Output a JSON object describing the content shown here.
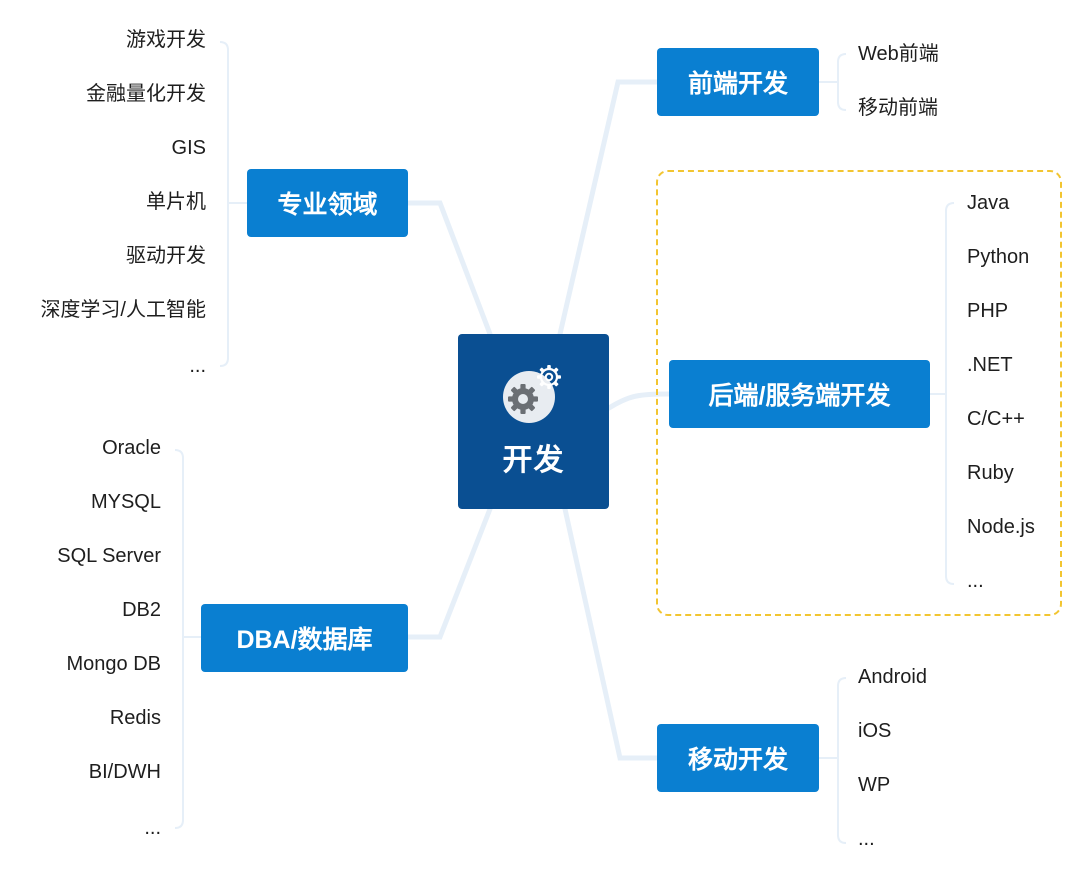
{
  "center": {
    "label": "开发",
    "icon": "gears-icon"
  },
  "frontend": {
    "label": "前端开发",
    "items": [
      "Web前端",
      "移动前端"
    ]
  },
  "backend": {
    "label": "后端/服务端开发",
    "items": [
      "Java",
      "Python",
      "PHP",
      ".NET",
      "C/C++",
      "Ruby",
      "Node.js",
      "..."
    ]
  },
  "mobile": {
    "label": "移动开发",
    "items": [
      "Android",
      "iOS",
      "WP",
      "..."
    ]
  },
  "domain": {
    "label": "专业领域",
    "items": [
      "游戏开发",
      "金融量化开发",
      "GIS",
      "单片机",
      "驱动开发",
      "深度学习/人工智能",
      "..."
    ]
  },
  "dba": {
    "label": "DBA/数据库",
    "items": [
      "Oracle",
      "MYSQL",
      "SQL Server",
      "DB2",
      "Mongo DB",
      "Redis",
      "BI/DWH",
      "..."
    ]
  },
  "colors": {
    "center": "#0a4f92",
    "topic": "#0a7fd1",
    "connector": "#e6eff8",
    "highlight_border": "#f2c531"
  }
}
